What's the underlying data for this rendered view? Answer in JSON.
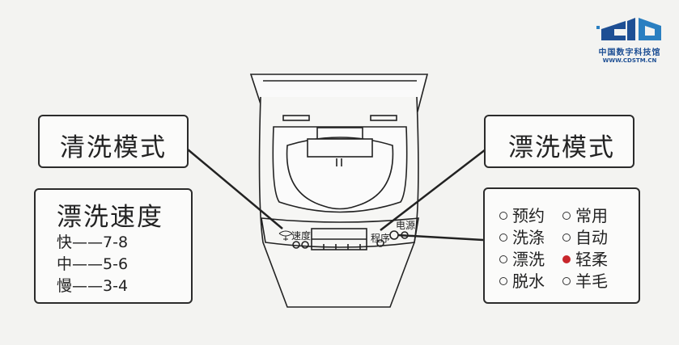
{
  "logo": {
    "cn": "中国数字科技馆",
    "en": "WWW.CDSTM.CN",
    "color": "#1e4f94"
  },
  "machine": {
    "speed_label": "速度",
    "program_label": "程序",
    "power_label": "电源"
  },
  "wash_mode": {
    "title": "清洗模式"
  },
  "rinse_mode": {
    "title": "漂洗模式"
  },
  "rinse_speed": {
    "title": "漂洗速度",
    "rows": [
      {
        "level": "快",
        "range": "7-8"
      },
      {
        "level": "中",
        "range": "5-6"
      },
      {
        "level": "慢",
        "range": "3-4"
      }
    ]
  },
  "options": [
    {
      "label": "预约",
      "selected": false
    },
    {
      "label": "常用",
      "selected": false
    },
    {
      "label": "洗涤",
      "selected": false
    },
    {
      "label": "自动",
      "selected": false
    },
    {
      "label": "漂洗",
      "selected": false
    },
    {
      "label": "轻柔",
      "selected": true
    },
    {
      "label": "脱水",
      "selected": false
    },
    {
      "label": "羊毛",
      "selected": false
    }
  ],
  "accent": "#c8262b"
}
